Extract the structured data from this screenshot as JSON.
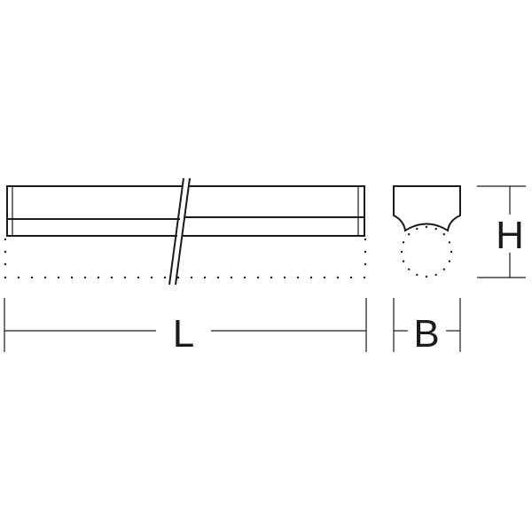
{
  "labels": {
    "length": "L",
    "width": "B",
    "height": "H"
  },
  "colors": {
    "line": "#1a1a1a",
    "background": "#ffffff"
  }
}
